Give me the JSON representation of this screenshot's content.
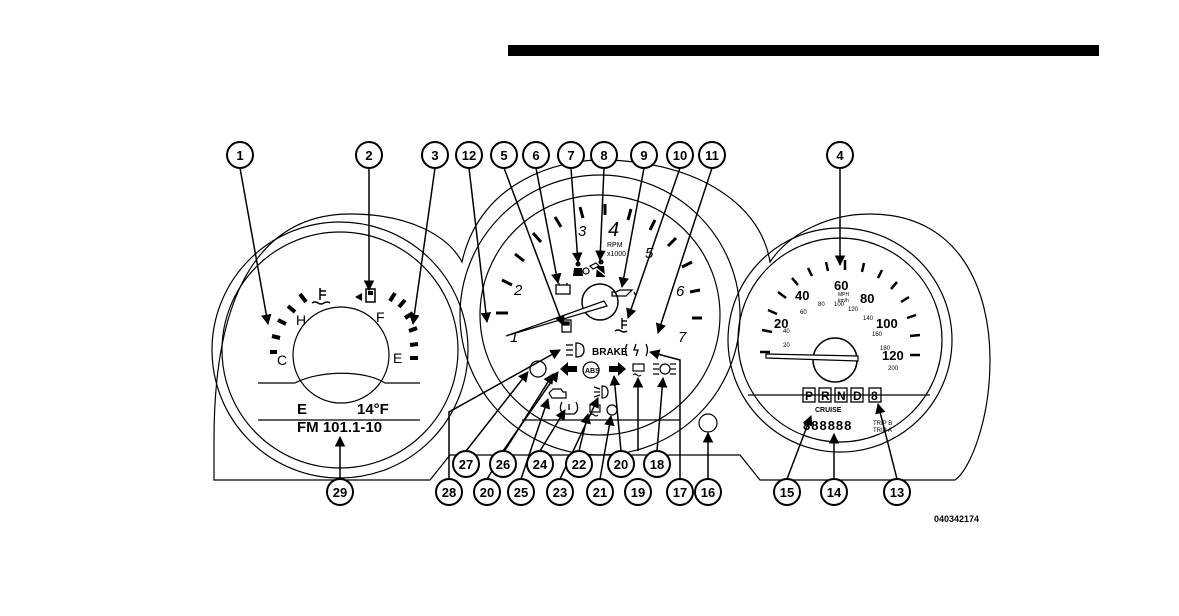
{
  "figure_id": "040342174",
  "fuel_temp_gauge": {
    "temp_high": "H",
    "temp_cold": "C",
    "fuel_full": "F",
    "fuel_empty": "E"
  },
  "lcd_display": {
    "compass": "E",
    "temperature": "14°F",
    "radio": "FM 101.1-10"
  },
  "tachometer": {
    "labels": [
      "1",
      "2",
      "3",
      "4",
      "5",
      "6",
      "7"
    ],
    "rpm_label": "RPM",
    "rpm_scale": "x1000"
  },
  "speedometer": {
    "mph_labels": [
      "20",
      "40",
      "60",
      "80",
      "100",
      "120"
    ],
    "kmh_labels": [
      "20",
      "40",
      "60",
      "80",
      "100",
      "120",
      "140",
      "160",
      "180",
      "200"
    ],
    "unit_top": "MPH",
    "unit_bottom": "km/h"
  },
  "gear_selector": [
    "P",
    "R",
    "N",
    "D",
    "8"
  ],
  "cruise_label": "CRUISE",
  "odometer": "888888",
  "trip_labels": {
    "trip_b": "TRIP B",
    "trip_a": "TRIP A"
  },
  "brake_label": "BRAKE",
  "callouts_top": [
    "1",
    "2",
    "3",
    "12",
    "5",
    "6",
    "7",
    "8",
    "9",
    "10",
    "11",
    "4"
  ],
  "callouts_bottom": [
    "29",
    "27",
    "26",
    "24",
    "22",
    "20",
    "19",
    "18",
    "16",
    "28",
    "20",
    "25",
    "23",
    "21",
    "17",
    "15",
    "14",
    "13"
  ],
  "icons": [
    "coolant-temp-icon",
    "fuel-pump-icon",
    "battery-icon",
    "airbag-icon",
    "seatbelt-icon",
    "oil-pressure-icon",
    "coolant-temp-icon",
    "high-beam-icon",
    "brake-warning-icon",
    "electronic-throttle-icon",
    "rear-fog-icon",
    "left-turn-icon",
    "abs-icon",
    "right-turn-icon",
    "traction-icon",
    "front-fog-icon",
    "check-engine-icon",
    "tire-pressure-icon",
    "front-fog-icon",
    "security-icon"
  ],
  "colors": {
    "ink": "#000000",
    "bg": "#ffffff"
  }
}
